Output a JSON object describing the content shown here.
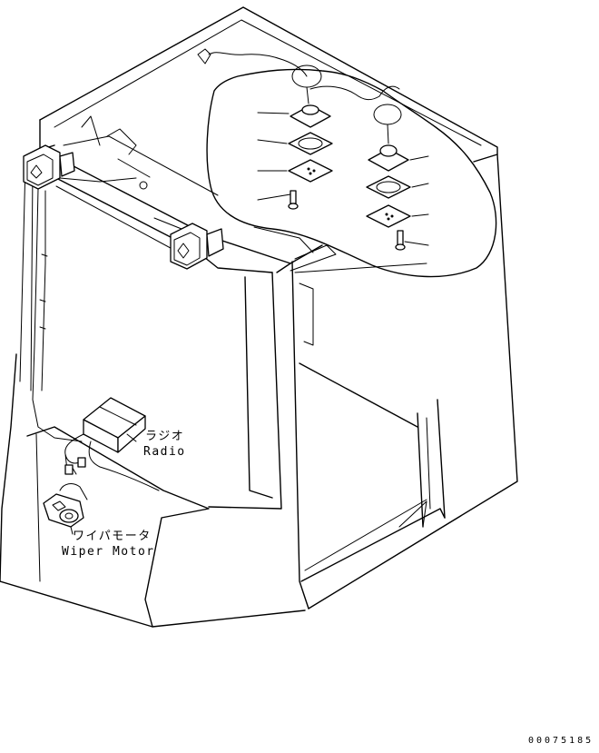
{
  "labels": {
    "radio_jp": "ラジオ",
    "radio_en": "Radio",
    "wiper_jp": "ワイパモータ",
    "wiper_en": "Wiper Motor"
  },
  "drawing_number": "00075185"
}
